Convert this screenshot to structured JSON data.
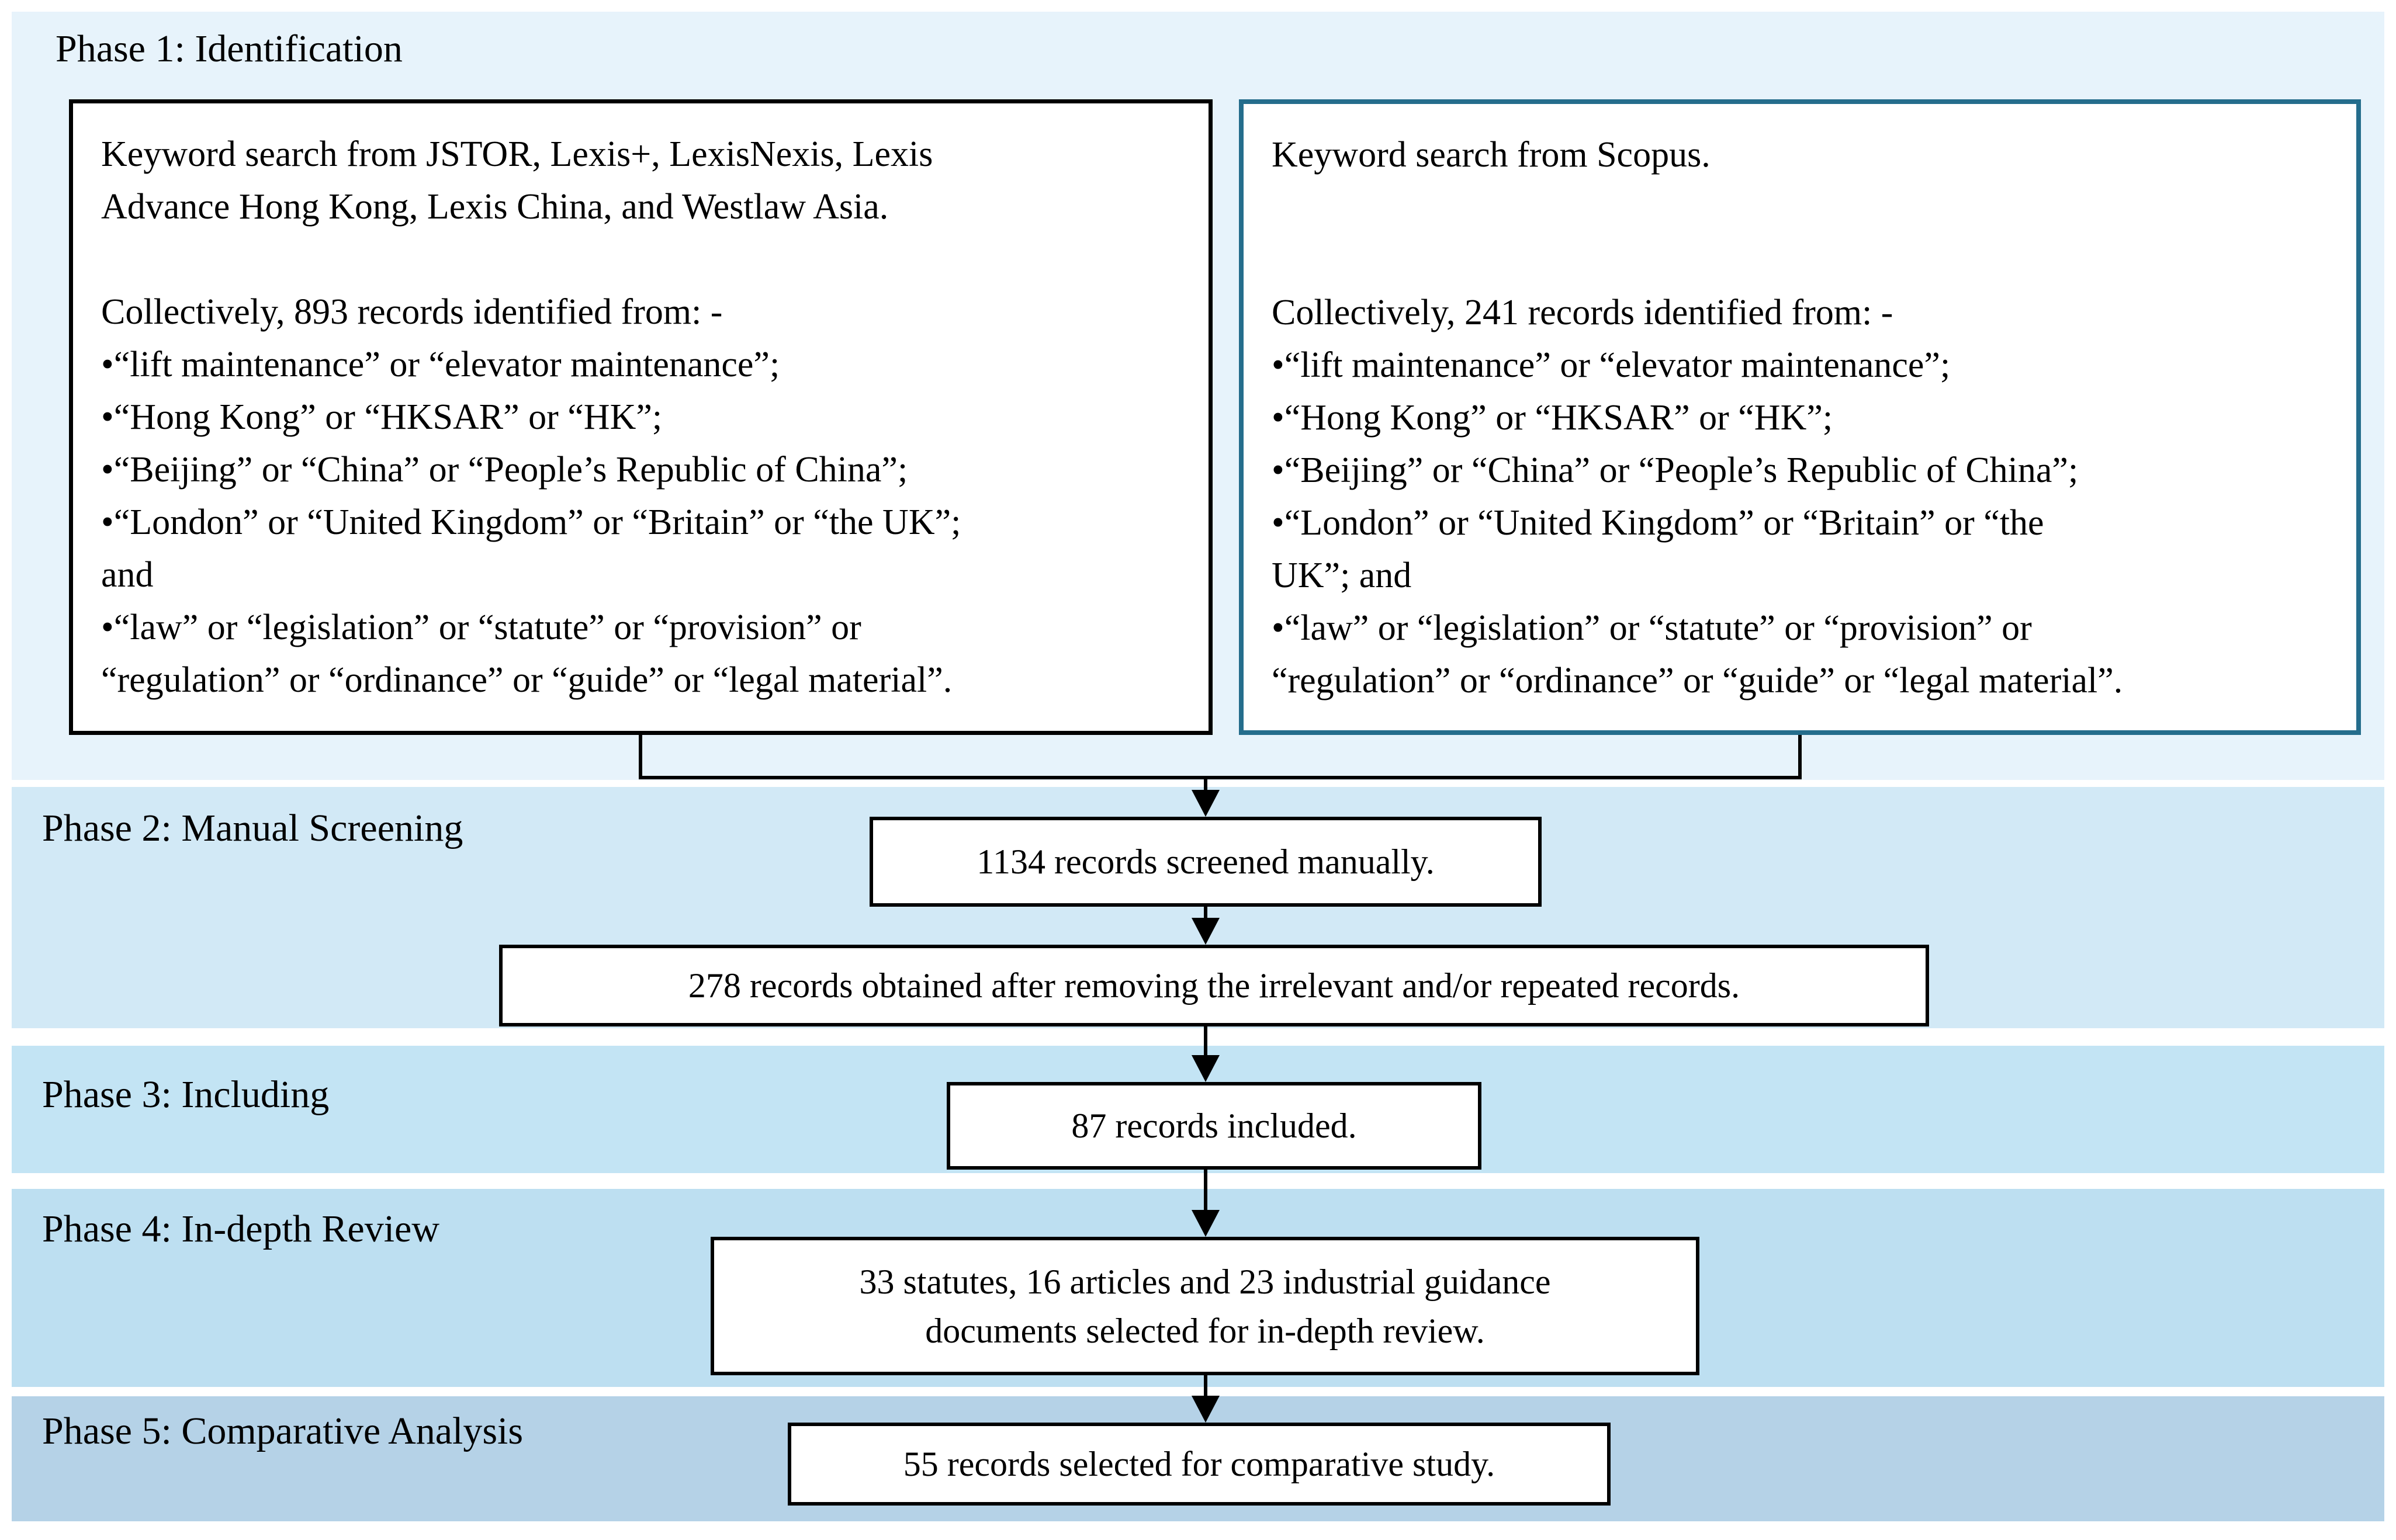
{
  "diagram": {
    "colors": {
      "band1": "#e7f3fb",
      "band2": "#d2e9f6",
      "band3": "#c3e4f4",
      "band4": "#bddff1",
      "band5": "#b5d2e7",
      "left_box_border": "#000000",
      "right_box_border": "#256d8c",
      "connector": "#000000"
    },
    "phase_bands": [
      {
        "label": "Phase 1: Identification"
      },
      {
        "label": "Phase 2: Manual Screening"
      },
      {
        "label": "Phase 3: Including"
      },
      {
        "label": "Phase 4: In-depth Review"
      },
      {
        "label": "Phase 5: Comparative Analysis"
      }
    ],
    "identification": {
      "left_box": {
        "lines": [
          "Keyword search from JSTOR, Lexis+, LexisNexis, Lexis",
          "Advance Hong Kong, Lexis China, and Westlaw Asia.",
          "",
          "Collectively, 893 records identified from: -",
          "•“lift maintenance” or “elevator maintenance”;",
          "•“Hong Kong” or “HKSAR” or “HK”;",
          "•“Beijing” or “China” or “People’s Republic of China”;",
          "•“London” or “United Kingdom” or “Britain” or “the UK”;",
          "and",
          "•“law” or “legislation” or “statute” or “provision” or",
          "“regulation” or “ordinance” or “guide” or “legal material”."
        ]
      },
      "right_box": {
        "lines": [
          "Keyword search from Scopus.",
          "",
          "",
          "Collectively, 241 records identified from: -",
          "•“lift maintenance” or “elevator maintenance”;",
          "•“Hong Kong” or “HKSAR” or “HK”;",
          "•“Beijing” or “China” or “People’s Republic of China”;",
          "•“London” or “United Kingdom” or “Britain” or “the",
          "UK”; and",
          "•“law” or “legislation” or “statute” or “provision” or",
          "“regulation” or “ordinance” or “guide” or “legal material”."
        ]
      }
    },
    "flow_boxes": {
      "screened": "1134 records screened manually.",
      "obtained": "278 records obtained after removing the irrelevant and/or repeated records.",
      "included": "87 records included.",
      "indepth": {
        "lines": [
          "33 statutes, 16 articles and 23 industrial guidance",
          "documents selected for in-depth review."
        ]
      },
      "comparative": "55 records selected for comparative study."
    }
  }
}
